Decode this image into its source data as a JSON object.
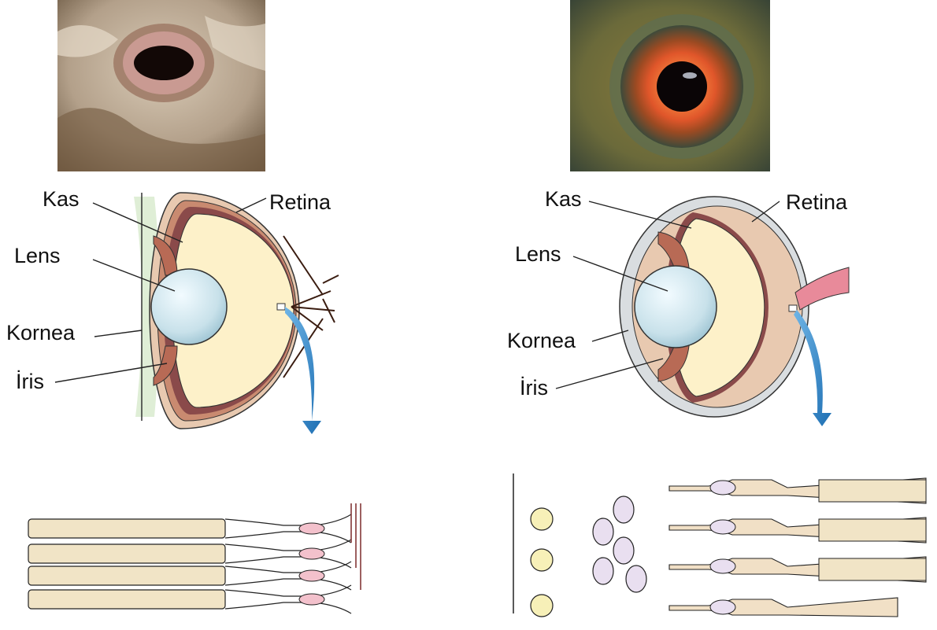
{
  "left_panel": {
    "labels": {
      "kas": "Kas",
      "retina": "Retina",
      "lens": "Lens",
      "kornea": "Kornea",
      "iris": "İris"
    }
  },
  "right_panel": {
    "labels": {
      "kas": "Kas",
      "retina": "Retina",
      "lens": "Lens",
      "kornea": "Kornea",
      "iris": "İris"
    }
  },
  "colors": {
    "sclera": "#e8c9b0",
    "vitreous": "#fdf1c9",
    "lens": "#cfe6ee",
    "retina": "#8a4a4a",
    "choroid": "#c98a70",
    "arrow": "#2f86c8",
    "nerve": "#e88a9a",
    "left_photo_skin": "#c7b39a",
    "right_photo_iris": "#e0562a"
  }
}
